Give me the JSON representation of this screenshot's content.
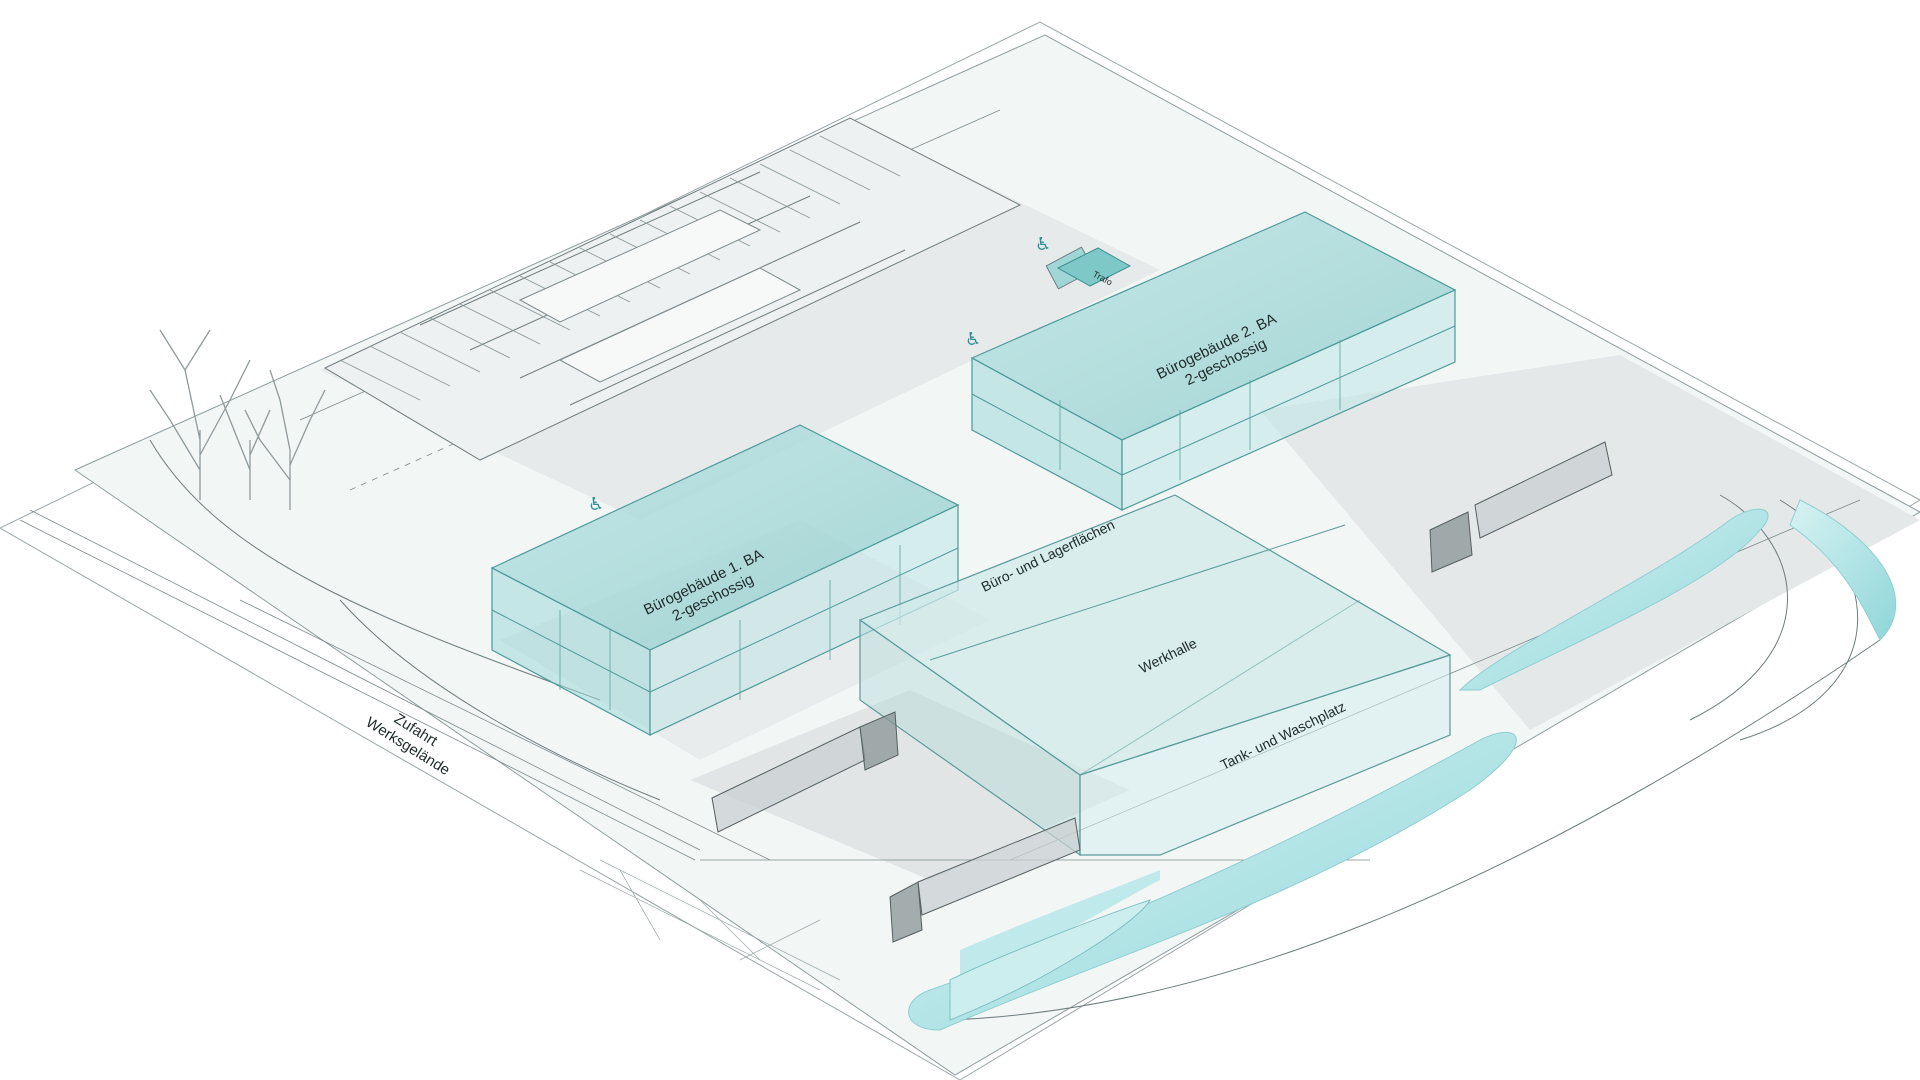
{
  "labels": {
    "office_1": [
      "Bürogebäude 1. BA",
      "2-geschossig"
    ],
    "office_2": [
      "Bürogebäude 2. BA",
      "2-geschossig"
    ],
    "office_storage": "Büro- und Lagerflächen",
    "workshop": "Werkhalle",
    "wash_area": "Tank- und Waschplatz",
    "entrance": [
      "Zufahrt",
      "Werksgelände"
    ],
    "traffo": "Trafo"
  },
  "icons": [
    "wheelchair-parking-icon",
    "truck-icon",
    "tree-icon"
  ],
  "colors": {
    "glass_fill": "#9fd8d8",
    "glass_stroke": "#4e9a9a",
    "water": "#a8e2e4",
    "accent_teal": "#3aa5a5",
    "lines": "#7a8a8c"
  }
}
